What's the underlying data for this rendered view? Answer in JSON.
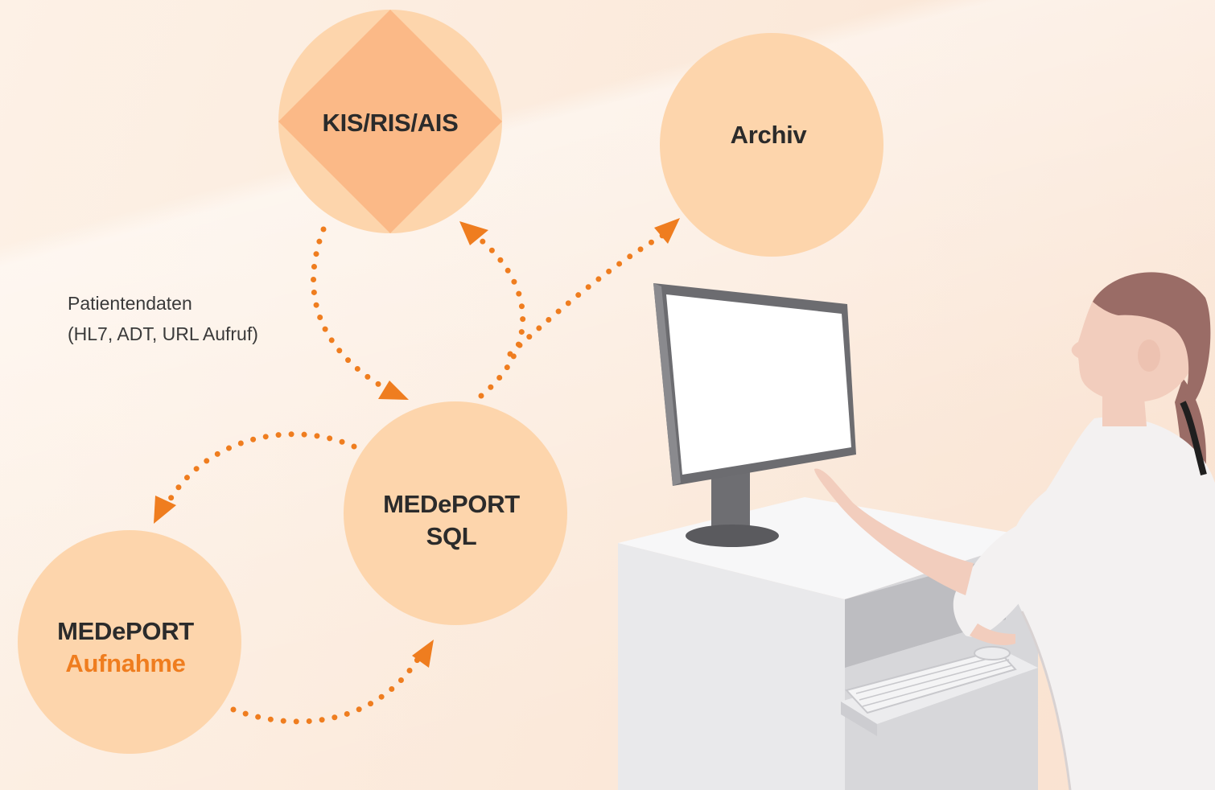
{
  "nodes": {
    "kis": {
      "label": "KIS/RIS/AIS"
    },
    "archiv": {
      "label": "Archiv"
    },
    "sql": {
      "line1": "MEDePORT",
      "line2": "SQL"
    },
    "aufnahme": {
      "line1": "MEDePORT",
      "line2": "Aufnahme"
    }
  },
  "edge_label": {
    "line1": "Patientendaten",
    "line2": "(HL7, ADT, URL Aufruf)"
  },
  "colors": {
    "node_fill": "#fdd5ac",
    "diamond_fill": "#fbb987",
    "arrow": "#ef7d1f",
    "accent_text": "#ef7d1f"
  },
  "illustration": {
    "subject": "woman-at-computer-workstation-icon"
  }
}
